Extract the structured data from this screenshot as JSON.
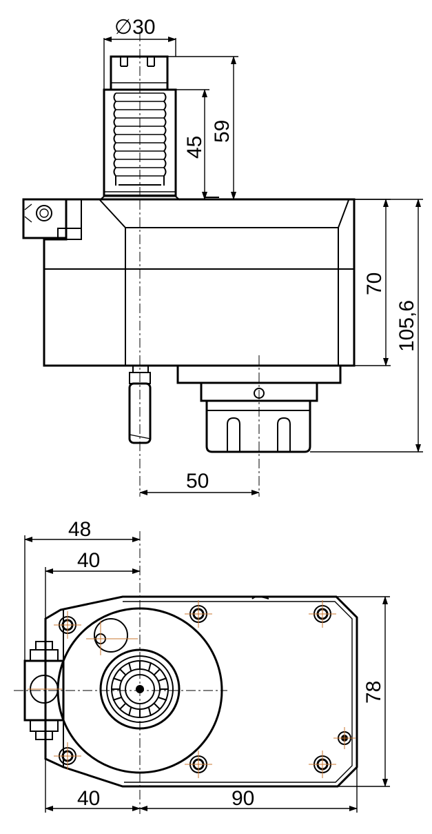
{
  "dimensions": {
    "side_view": {
      "shank_diameter": "∅30",
      "shank_height_inner": "45",
      "shank_height_outer": "59",
      "body_height": "70",
      "total_height": "105,6",
      "spindle_offset": "50"
    },
    "top_view": {
      "width_outer": "48",
      "width_inner": "40",
      "bottom_left": "40",
      "bottom_right": "90",
      "depth": "78"
    }
  },
  "colors": {
    "line": "#000000",
    "background": "#ffffff",
    "centerline_accent": "#c8742e"
  }
}
